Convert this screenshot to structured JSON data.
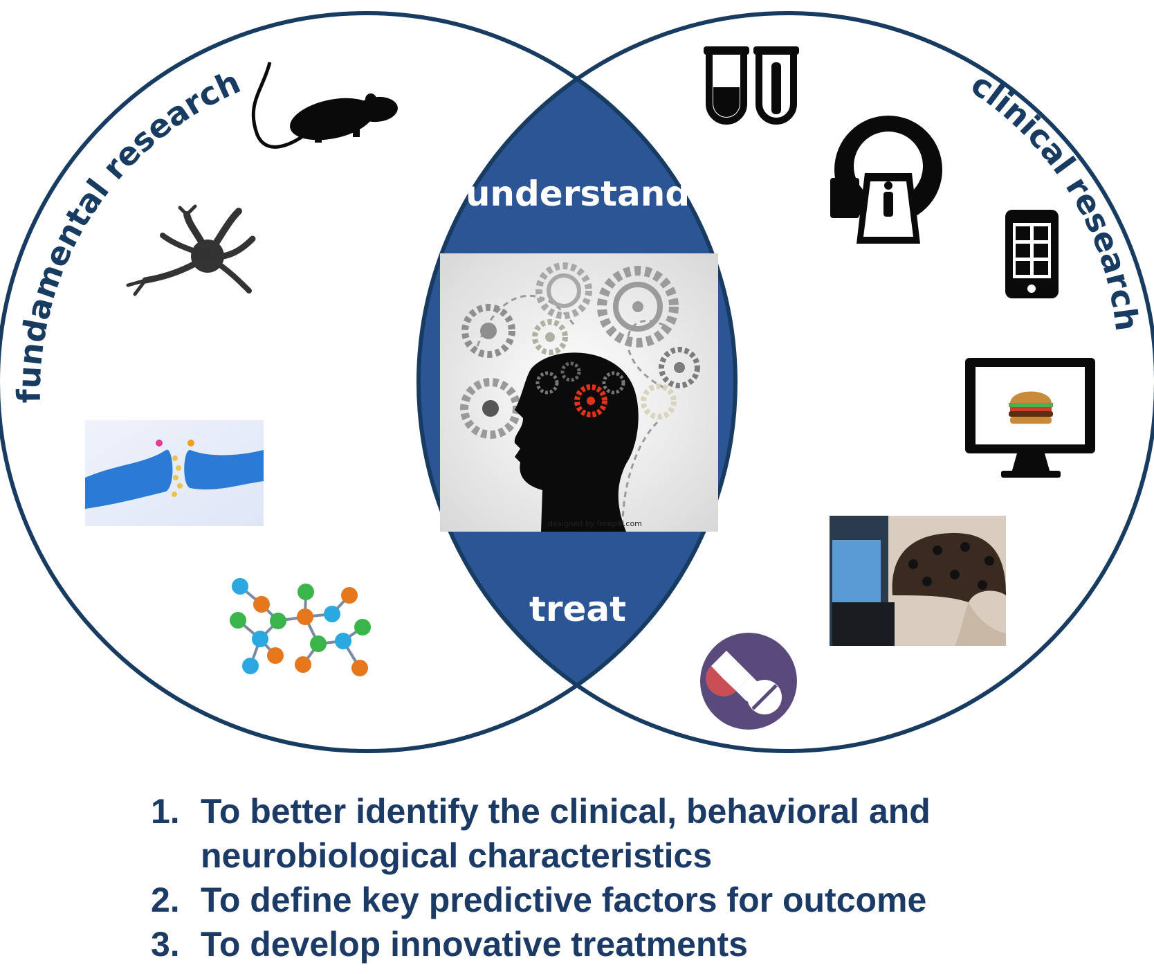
{
  "venn": {
    "left_label": "fundamental research",
    "right_label": "clinical research",
    "center_top": "understand",
    "center_bottom": "treat",
    "image_credit": "designed by freepik.com",
    "colors": {
      "outline": "#173b61",
      "overlap": "#2c5596",
      "text_light": "#ffffff"
    }
  },
  "icons": {
    "left": [
      "mouse-icon",
      "neuron-icon",
      "synapse-illustration",
      "molecule-icon"
    ],
    "center": [
      "head-gears-illustration"
    ],
    "right": [
      "test-tubes-icon",
      "mri-scanner-icon",
      "smartphone-icon",
      "monitor-burger-icon",
      "eeg-cap-photo",
      "pills-icon"
    ]
  },
  "goals": [
    {
      "num": "1.",
      "line1": "To better identify the clinical, behavioral and",
      "line2": "neurobiological characteristics"
    },
    {
      "num": "2.",
      "line1": "To define key predictive factors for outcome"
    },
    {
      "num": "3.",
      "line1": "To develop innovative treatments"
    }
  ]
}
